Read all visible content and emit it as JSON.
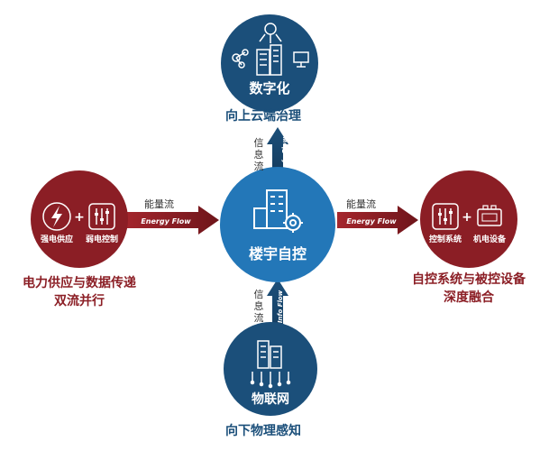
{
  "center": {
    "title": "楼宇自控"
  },
  "top": {
    "title": "数字化",
    "caption": "向上云端治理",
    "flow_cn": "信息流",
    "flow_en": "Info Flow"
  },
  "bottom": {
    "title": "物联网",
    "caption": "向下物理感知",
    "flow_cn": "信息流",
    "flow_en": "Info Flow"
  },
  "left": {
    "label_a": "强电供应",
    "plus": "+",
    "label_b": "弱电控制",
    "caption_line1": "电力供应与数据传递",
    "caption_line2": "双流并行",
    "flow_cn": "能量流",
    "flow_en": "Energy Flow"
  },
  "right": {
    "label_a": "控制系统",
    "plus": "+",
    "label_b": "机电设备",
    "caption_line1": "自控系统与被控设备",
    "caption_line2": "深度融合",
    "flow_cn": "能量流",
    "flow_en": "Energy Flow"
  },
  "colors": {
    "blue": "#1b4f7a",
    "blue_center": "#2377b8",
    "red": "#8b1e25",
    "arrow_red": "#7d1a20"
  }
}
